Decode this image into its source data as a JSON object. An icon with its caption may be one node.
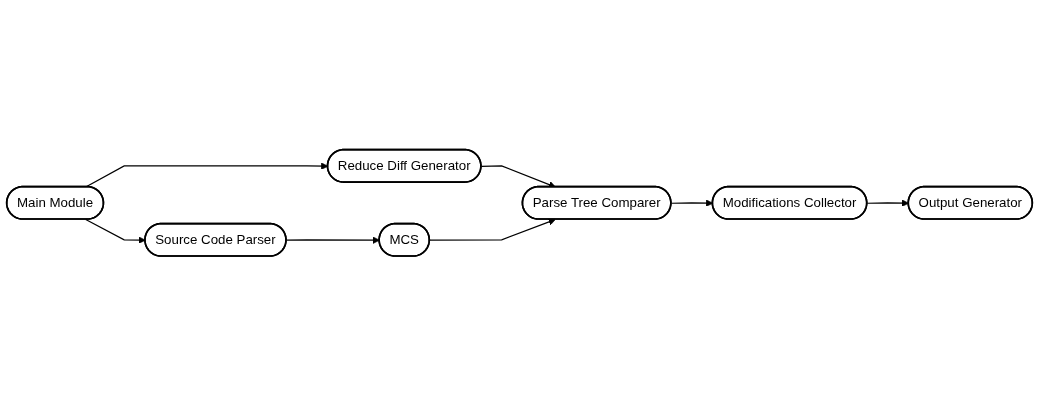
{
  "diagram": {
    "nodes": [
      {
        "text": [
          "Reduce Diff Generator"
        ]
      },
      {
        "text": [
          "Parse Tree Comparer"
        ]
      },
      {
        "text": [
          "Main Module"
        ]
      },
      {
        "text": [
          "MCS"
        ]
      },
      {
        "text": [
          "Modifications Collector"
        ]
      },
      {
        "text": [
          "Source Code Parser"
        ]
      },
      {
        "text": [
          "Output Generator"
        ]
      }
    ],
    "edges": [
      {
        "from": 0,
        "to": 1,
        "arrow": "to"
      },
      {
        "from": 1,
        "to": 4,
        "arrow": "to"
      },
      {
        "from": 2,
        "to": 0,
        "arrow": "to"
      },
      {
        "from": 2,
        "to": 5,
        "arrow": "to"
      },
      {
        "from": 3,
        "to": 1,
        "arrow": "to"
      },
      {
        "from": 5,
        "to": 3,
        "arrow": "to"
      },
      {
        "from": 4,
        "to": 6,
        "arrow": "to"
      }
    ]
  }
}
